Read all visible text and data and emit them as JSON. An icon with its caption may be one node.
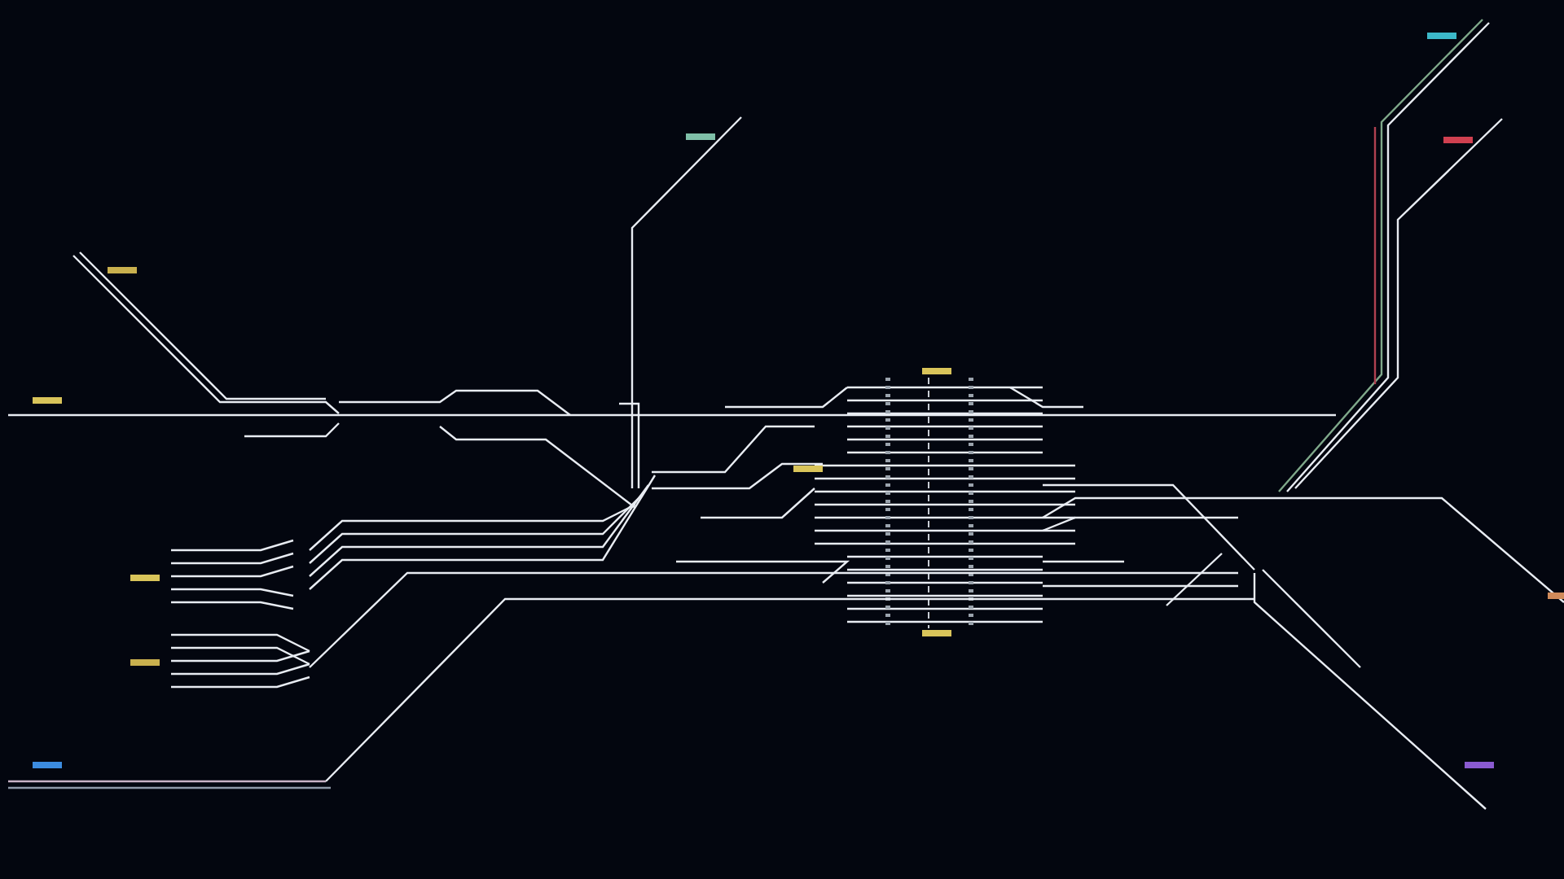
{
  "diagram": {
    "nodes": [
      {
        "text": [],
        "shape": "bar"
      },
      {
        "text": [],
        "shape": "bar"
      },
      {
        "text": [],
        "shape": "bar"
      },
      {
        "text": [],
        "shape": "bar"
      },
      {
        "text": [],
        "shape": "bar"
      },
      {
        "text": [],
        "shape": "bar"
      },
      {
        "text": [],
        "shape": "bar"
      },
      {
        "text": [],
        "shape": "bar"
      },
      {
        "text": [],
        "shape": "bar"
      },
      {
        "text": [],
        "shape": "bar"
      },
      {
        "text": [],
        "shape": "bar"
      },
      {
        "text": [],
        "shape": "bar"
      },
      {
        "text": [],
        "shape": "bar"
      }
    ]
  }
}
